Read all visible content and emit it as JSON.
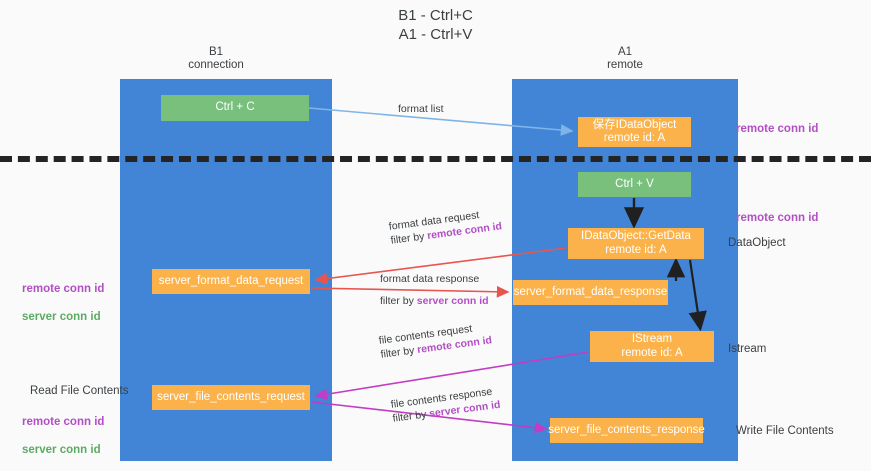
{
  "title": "B1 - Ctrl+C\nA1 - Ctrl+V",
  "lanes": {
    "left": {
      "header": "B1\nconnection",
      "color": "#4285d6"
    },
    "right": {
      "header": "A1\nremote",
      "color": "#4285d6"
    }
  },
  "boxes": {
    "ctrl_c": "Ctrl + C",
    "idataobject": "保存IDataObject\nremote id: A",
    "ctrl_v": "Ctrl + V",
    "getdata": "IDataObject::GetData\nremote id: A",
    "server_format_data_request": "server_format_data_request",
    "server_format_data_response": "server_format_data_response",
    "istream": "IStream\nremote id: A",
    "server_file_contents_request": "server_file_contents_request",
    "server_file_contents_response": "server_file_contents_response"
  },
  "edges": {
    "format_list": "format list",
    "format_data_request_l1": "format data request",
    "format_data_request_l2_prefix": "filter by ",
    "format_data_request_l2_key": "remote conn id",
    "format_data_response_l1": "format data response",
    "format_data_response_l2_prefix": "filter by ",
    "format_data_response_l2_key": "server conn id",
    "file_contents_request_l1": "file contents request",
    "file_contents_request_l2_prefix": "filter by ",
    "file_contents_request_l2_key": "remote conn id",
    "file_contents_response_l1": "file contents response",
    "file_contents_response_l2_prefix": "filter by ",
    "file_contents_response_l2_key": "server conn id"
  },
  "annotations": {
    "remote_conn_id_top": "remote conn id",
    "remote_conn_id_mid": "remote conn id",
    "dataobject": "DataObject",
    "istream": "Istream",
    "write_file_contents": "Write File Contents",
    "read_file_contents": "Read File Contents",
    "left_remote_conn_id_1": "remote conn id",
    "left_server_conn_id_1": "server conn id",
    "left_remote_conn_id_2": "remote conn id",
    "left_server_conn_id_2": "server conn id"
  },
  "colors": {
    "lane": "#4285d6",
    "green_box": "#78c07c",
    "orange_box": "#fbb24a",
    "purple": "#b24fc4",
    "green_text": "#5cab63",
    "red_arrow": "#e8554e",
    "magenta_arrow": "#c33cc3",
    "blue_arrow": "#7fb4e8",
    "black_arrow": "#202020"
  }
}
